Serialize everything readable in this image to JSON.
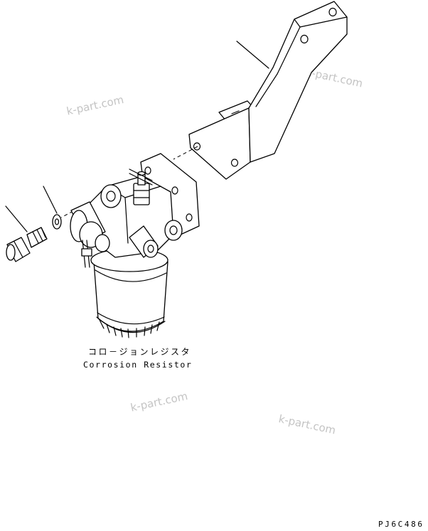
{
  "watermarks": [
    "k-part.com",
    "k-part.com",
    "k-part.com",
    "k-part.com"
  ],
  "caption": {
    "japanese": "コロ－ジョンレジスタ",
    "english": "Corrosion Resistor"
  },
  "drawing_code": "PJ6C486"
}
